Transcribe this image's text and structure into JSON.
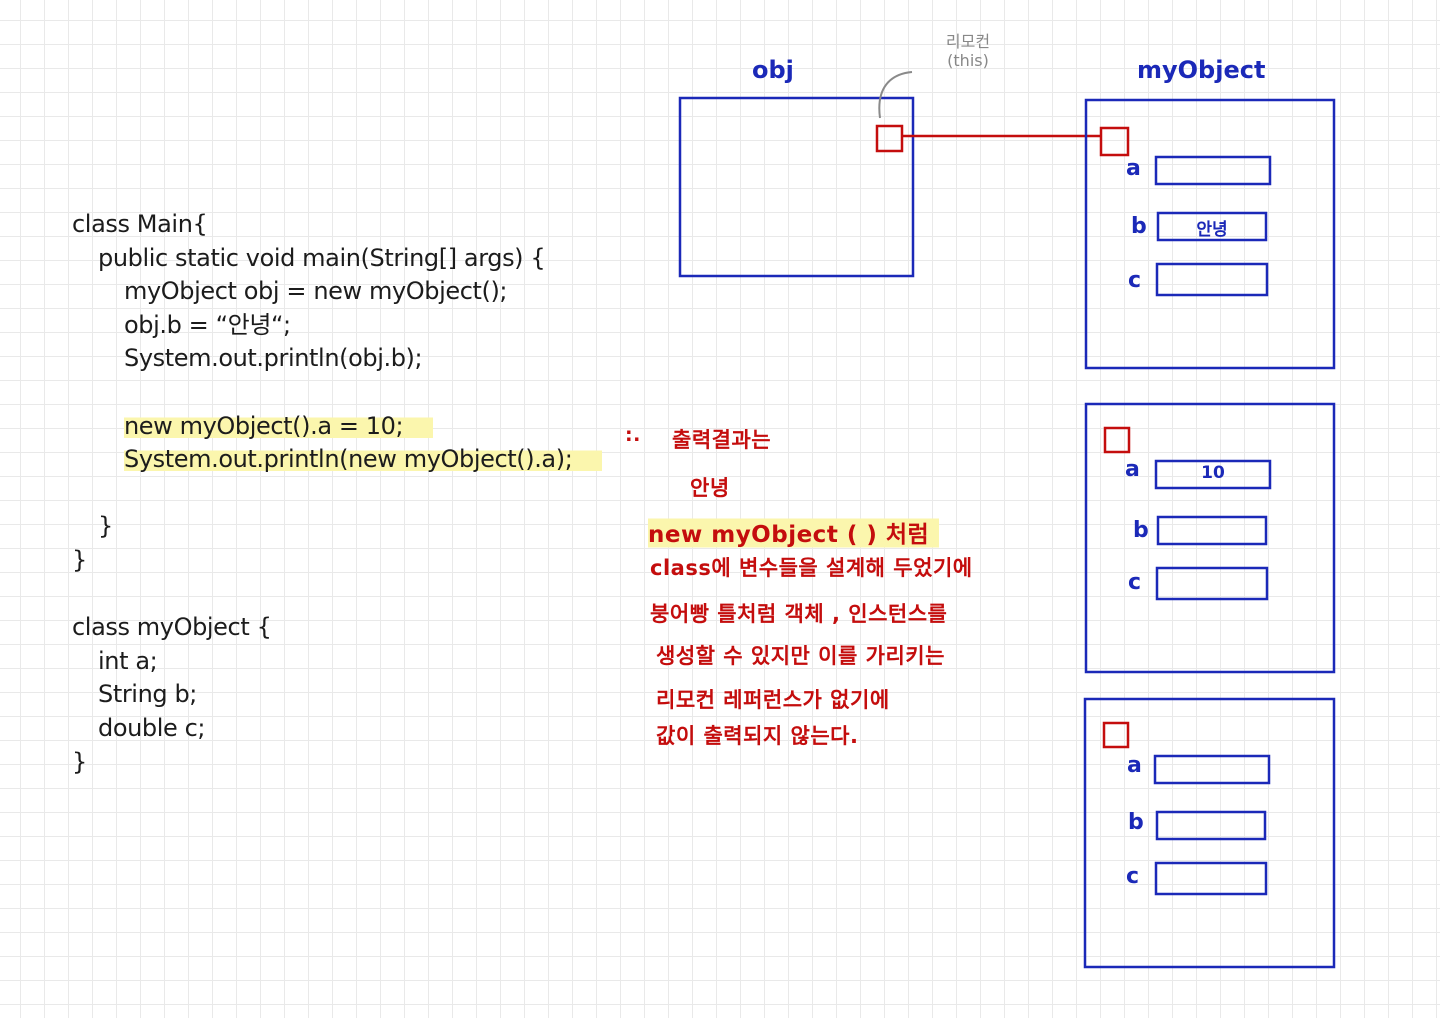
{
  "code": {
    "lines": [
      "class Main{",
      "public static void main(String[] args) {",
      "myObject obj = new myObject();",
      "obj.b = “안녕“;",
      "System.out.println(obj.b);",
      "",
      "new myObject().a = 10;",
      "System.out.println(new myObject().a);",
      "",
      "}",
      "}",
      "",
      "class myObject {",
      "int a;",
      "String b;",
      "double c;",
      "}"
    ]
  },
  "diagram": {
    "obj_label": "obj",
    "object_label": "myObject",
    "remote_note": [
      "리모컨",
      "(this)"
    ],
    "fields": [
      "a",
      "b",
      "c"
    ],
    "object1_b_value": "안녕",
    "object2_a_value": "10"
  },
  "note": {
    "therefore": ":.",
    "lines": [
      "출력결과는",
      "안녕",
      "new myObject ( ) 처럼",
      "class에  변수들을  설계해 두었기에",
      "붕어빵 틀처럼  객체 ,  인스턴스를",
      "생성할 수 있지만  이를  가리키는",
      "리모컨  레퍼런스가  없기에",
      "값이  출력되지  않는다."
    ]
  },
  "colors": {
    "blue_ink": "#1b29b8",
    "red_ink": "#c40d0d",
    "highlight": "#fbf6ad",
    "grid": "#e9e9e9"
  }
}
